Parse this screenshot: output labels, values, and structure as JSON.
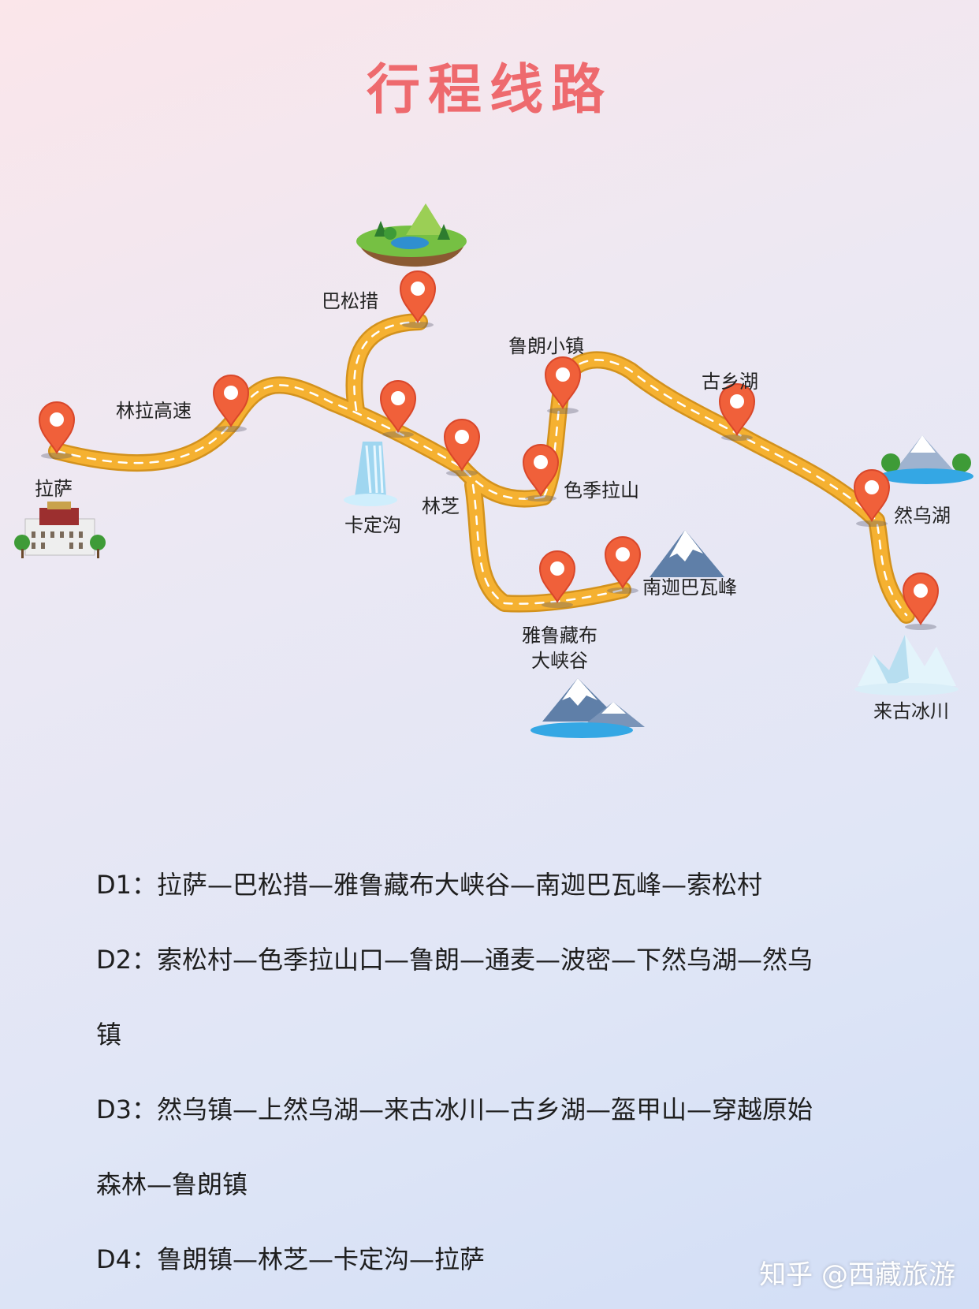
{
  "title": "行程线路",
  "places": {
    "lasa": "拉萨",
    "linla_gaosu": "林拉高速",
    "basongcuo": "巴松措",
    "kadinggou": "卡定沟",
    "linzhi": "林芝",
    "selajishan": "色季拉山",
    "lulang_xiaozhen": "鲁朗小镇",
    "guxianghu": "古乡湖",
    "ranwuhu": "然乌湖",
    "laigu_bingchuan": "来古冰川",
    "nanjiabawafeng": "南迦巴瓦峰",
    "yarlung_line1": "雅鲁藏布",
    "yarlung_line2": "大峡谷"
  },
  "itinerary": [
    {
      "line1": "D1：拉萨—巴松措—雅鲁藏布大峡谷—南迦巴瓦峰—索松村"
    },
    {
      "line1": "D2：索松村—色季拉山口—鲁朗—通麦—波密—下然乌湖—然乌",
      "line2": "镇"
    },
    {
      "line1": "D3：然乌镇—上然乌湖—来古冰川—古乡湖—盔甲山—穿越原始",
      "line2": "森林—鲁朗镇"
    },
    {
      "line1": "D4：鲁朗镇—林芝—卡定沟—拉萨"
    }
  ],
  "watermark": "知乎 @西藏旅游",
  "colors": {
    "title": "#ee6a6e",
    "road": "#f2ad2c",
    "pin": "#f0603a",
    "pin_edge": "#d9472a"
  },
  "icons": [
    "potala-palace-icon",
    "forest-lake-island-icon",
    "waterfall-icon",
    "snow-mountain-icon",
    "glacier-icon",
    "map-pin-icon"
  ]
}
